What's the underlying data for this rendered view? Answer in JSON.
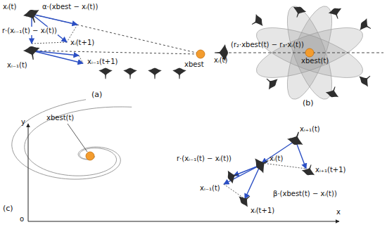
{
  "diagram": {
    "labels": [
      "xᵢ(t)",
      "α·(xbest − xᵢ(t))",
      "r·(xᵢ₋₁(t) − xᵢ(t))",
      "xᵢ(t+1)",
      "xᵢ₋₁(t)",
      "xᵢ₋₁(t+1)",
      "xbest",
      "(a)",
      "xᵢ(t)",
      "(r₂·xbest(t) − r₃·xᵢ(t))",
      "xbest(t)",
      "(b)",
      "xbest(t)",
      "xᵢ₊₁(t)",
      "xᵢ(t)",
      "xᵢ₊₁(t+1)",
      "r·(xᵢ₋₁(t) − xᵢ(t))",
      "xᵢ₋₁(t)",
      "xᵢ(t+1)",
      "β·(xbest(t) − xᵢ(t))",
      "y",
      "o",
      "x",
      "(c)"
    ]
  }
}
